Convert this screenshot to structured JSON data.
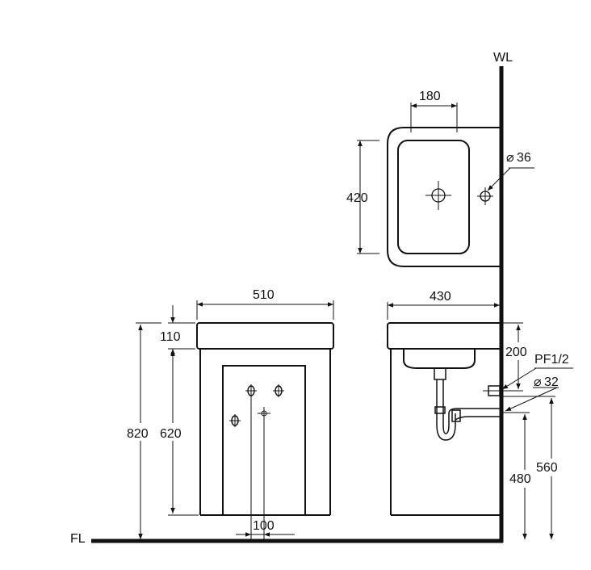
{
  "labels": {
    "wall": "WL",
    "floor": "FL",
    "basin_top_width": "180",
    "basin_top_depth": "420",
    "tap_hole": "36",
    "front_width": "510",
    "side_depth": "430",
    "top_thickness": "110",
    "cabinet_height": "620",
    "total_height": "820",
    "hole_spacing": "100",
    "supply_height_from_top": "200",
    "supply_thread": "PF1/2",
    "drain_diameter": "32",
    "drain_height": "480",
    "supply_height": "560"
  },
  "colors": {
    "line": "#111111",
    "background": "#ffffff"
  }
}
